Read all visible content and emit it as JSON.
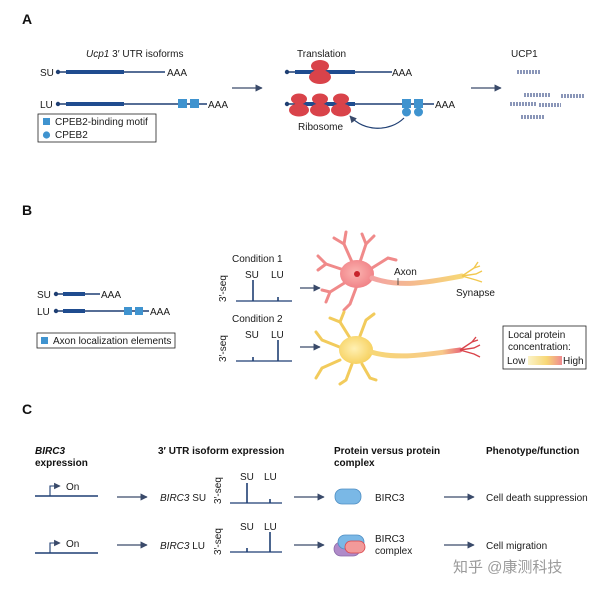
{
  "panels": {
    "a": "A",
    "b": "B",
    "c": "C"
  },
  "panel_a": {
    "title_gene": "Ucp1",
    "title_rest": " 3′ UTR isoforms",
    "su": "SU",
    "lu": "LU",
    "aaa": "AAA",
    "translation": "Translation",
    "ucp1": "UCP1",
    "ribosome": "Ribosome",
    "legend_motif": "CPEB2-binding motif",
    "legend_protein": "CPEB2"
  },
  "panel_b": {
    "su": "SU",
    "lu": "LU",
    "aaa": "AAA",
    "legend": "Axon localization elements",
    "cond1": "Condition 1",
    "cond2": "Condition 2",
    "seq": "3′-seq",
    "axon": "Axon",
    "synapse": "Synapse",
    "conc_title_1": "Local protein",
    "conc_title_2": "concentration:",
    "low": "Low",
    "high": "High"
  },
  "panel_c": {
    "col1_a": "BIRC3",
    "col1_b": "expression",
    "col2": "3′ UTR isoform expression",
    "col3_a": "Protein versus protein",
    "col3_b": "complex",
    "col4": "Phenotype/function",
    "on": "On",
    "gene": "BIRC3",
    "su": "SU",
    "lu": "LU",
    "seq": "3′-seq",
    "birc3": "BIRC3",
    "complex_a": "BIRC3",
    "complex_b": "complex",
    "pheno1": "Cell death suppression",
    "pheno2": "Cell migration"
  },
  "watermark": "知乎 @康测科技",
  "colors": {
    "line": "#1f3f73",
    "cds": "#1f4c8f",
    "motif": "#3f93cf",
    "ribosome": "#d9434a",
    "protein": "#8a96b8",
    "arrow": "#3a4a6a",
    "neuron_red": "#f08a8a",
    "neuron_yellow": "#f7d776"
  }
}
